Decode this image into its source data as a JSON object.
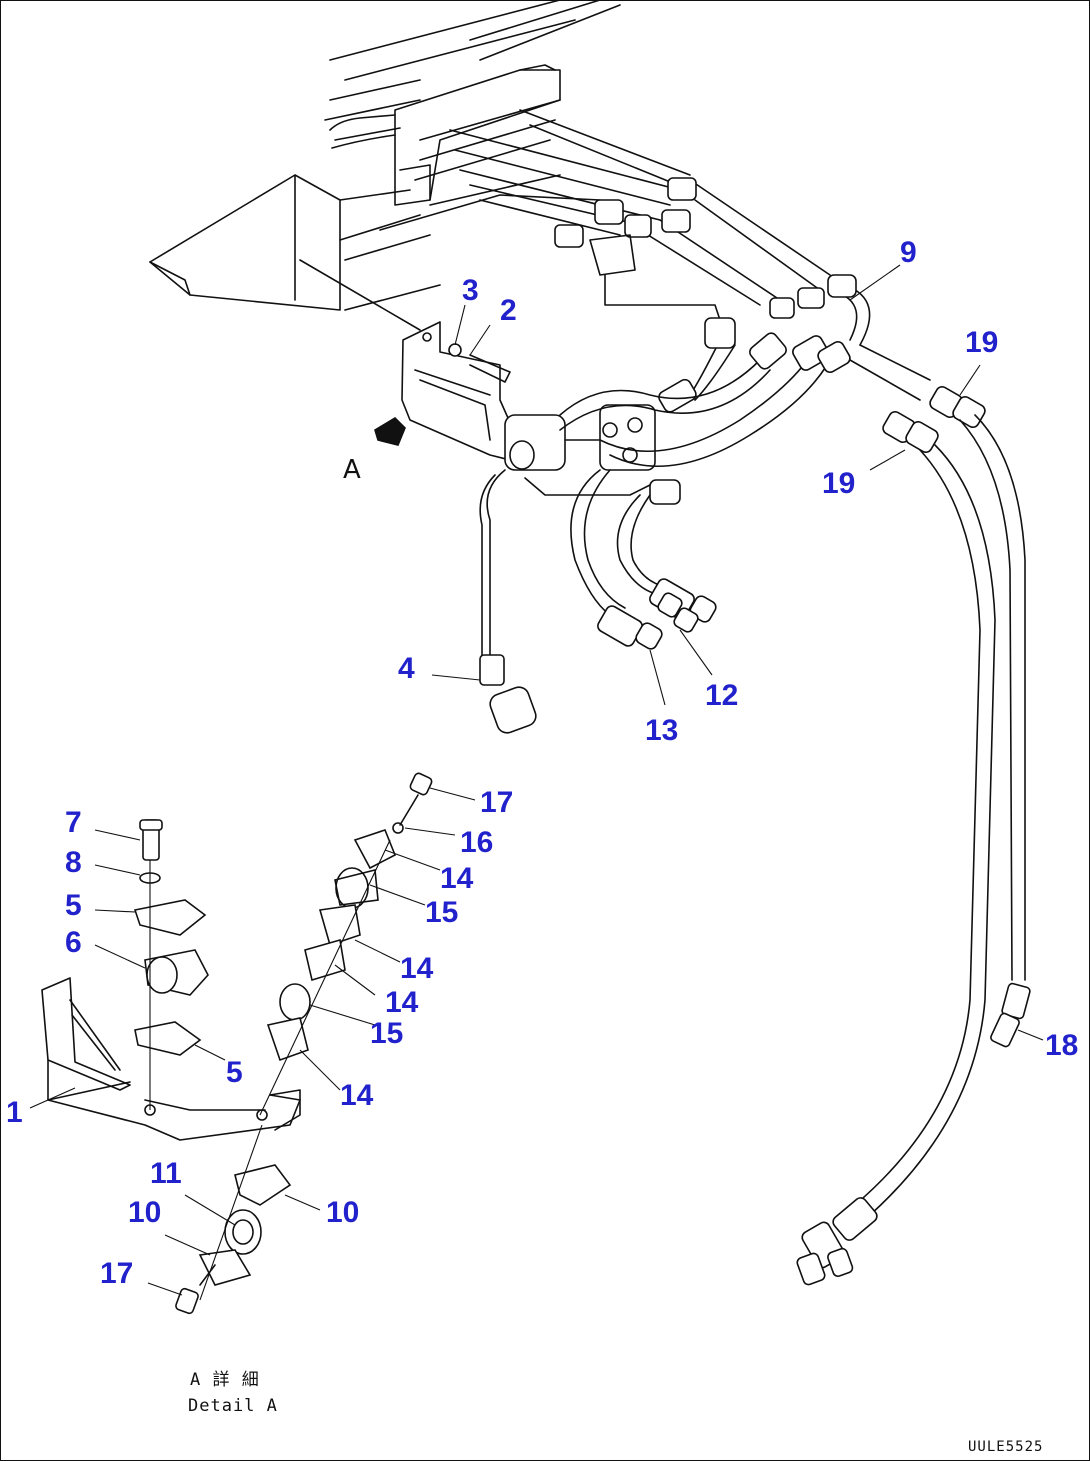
{
  "callouts": [
    "1",
    "2",
    "3",
    "4",
    "5",
    "5",
    "6",
    "7",
    "8",
    "9",
    "10",
    "10",
    "11",
    "12",
    "13",
    "14",
    "14",
    "14",
    "14",
    "15",
    "15",
    "16",
    "17",
    "17",
    "18",
    "19",
    "19"
  ],
  "view_marker": "A",
  "detail_caption": {
    "line1": "A 詳 細",
    "line2": "Detail A"
  },
  "drawing_code": "UULE5525",
  "colors": {
    "callout": "#2222cc",
    "line": "#111111",
    "background": "#ffffff"
  }
}
